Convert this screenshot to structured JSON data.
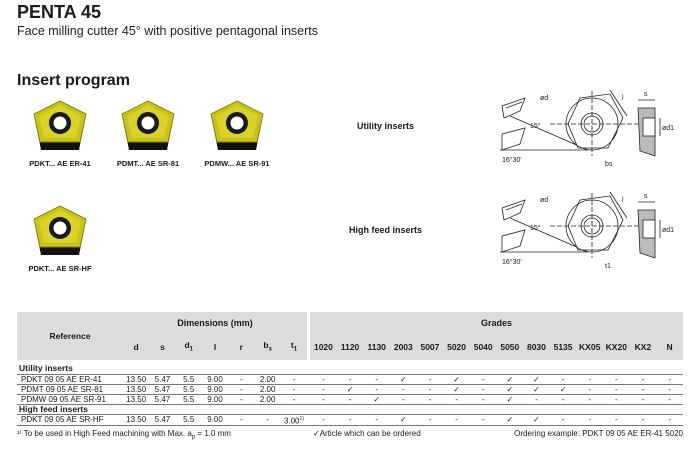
{
  "header": {
    "title": "PENTA 45",
    "subtitle": "Face milling cutter 45° with positive pentagonal inserts"
  },
  "section_title": "Insert program",
  "inserts": [
    {
      "label": "PDKT... AE ER-41"
    },
    {
      "label": "PDMT... AE SR-81"
    },
    {
      "label": "PDMW... AE SR-91"
    },
    {
      "label": "PDKT... AE SR-HF"
    }
  ],
  "categories": {
    "utility": "Utility inserts",
    "high_feed": "High feed inserts"
  },
  "diagram_labels": {
    "od": "ød",
    "l": "l",
    "angle15": "15°",
    "angle1630": "16°30'",
    "bs": "b",
    "bs_sub": "s",
    "t1": "t",
    "t1_sub": "1",
    "s": "s",
    "od1": "ød",
    "od1_sub": "1"
  },
  "table": {
    "reference_header": "Reference",
    "dimensions_header": "Dimensions (mm)",
    "grades_header": "Grades",
    "dim_cols": [
      "d",
      "s",
      "d",
      "l",
      "r",
      "b",
      "t"
    ],
    "dim_subs": [
      "",
      "",
      "1",
      "",
      "",
      "s",
      "1"
    ],
    "grade_cols": [
      "1020",
      "1120",
      "1130",
      "2003",
      "5007",
      "5020",
      "5040",
      "5050",
      "8030",
      "5135",
      "KX05",
      "KX20",
      "KX2",
      "N"
    ],
    "groups": [
      {
        "name": "Utility inserts",
        "rows": [
          {
            "ref": "PDKT 09 05 AE ER-41",
            "dims": [
              "13.50",
              "5.47",
              "5.5",
              "9.00",
              "-",
              "2.00",
              "-"
            ],
            "grades": [
              "-",
              "-",
              "-",
              "✓",
              "-",
              "✓",
              "-",
              "✓",
              "✓",
              "-",
              "-",
              "-",
              "-",
              "-"
            ]
          },
          {
            "ref": "PDMT 09 05 AE SR-81",
            "dims": [
              "13.50",
              "5.47",
              "5.5",
              "9.00",
              "-",
              "2.00",
              "-"
            ],
            "grades": [
              "-",
              "✓",
              "-",
              "-",
              "-",
              "✓",
              "-",
              "✓",
              "✓",
              "✓",
              "-",
              "-",
              "-",
              "-"
            ]
          },
          {
            "ref": "PDMW 09 05 AE SR-91",
            "dims": [
              "13.50",
              "5.47",
              "5.5",
              "9.00",
              "-",
              "2.00",
              "-"
            ],
            "grades": [
              "-",
              "-",
              "✓",
              "-",
              "-",
              "-",
              "-",
              "✓",
              "-",
              "-",
              "-",
              "-",
              "-",
              "-"
            ]
          }
        ]
      },
      {
        "name": "High feed inserts",
        "rows": [
          {
            "ref": "PDKT 09 05 AE SR-HF",
            "dims": [
              "13.50",
              "5.47",
              "5.5",
              "9.00",
              "-",
              "-",
              "3.00"
            ],
            "footnote_mark": "1)",
            "grades": [
              "-",
              "-",
              "-",
              "✓",
              "-",
              "-",
              "-",
              "✓",
              "✓",
              "-",
              "-",
              "-",
              "-",
              "-"
            ]
          }
        ]
      }
    ]
  },
  "footer": {
    "footnote": "¹⁾ To be used in High Feed machining with Max. a",
    "footnote_sub": "p",
    "footnote_end": " = 1.0 mm",
    "legend": "✓Article which can be ordered",
    "ordering_example": "Ordering example: PDKT 09 05 AE ER-41 5020"
  }
}
